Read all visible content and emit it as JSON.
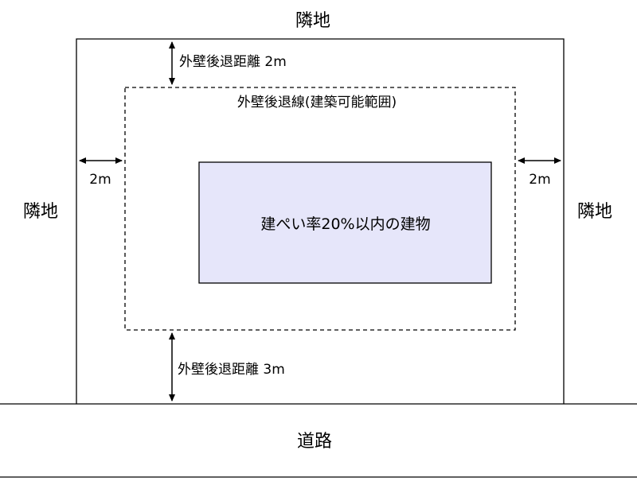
{
  "labels": {
    "neighbor_top": "隣地",
    "neighbor_left": "隣地",
    "neighbor_right": "隣地",
    "road": "道路",
    "setback_top": "外壁後退距離 2m",
    "setback_bottom": "外壁後退距離 3m",
    "setback_left": "2m",
    "setback_right": "2m",
    "setback_line": "外壁後退線(建築可能範囲)",
    "building": "建ぺい率20%以内の建物"
  },
  "colors": {
    "building_fill": "#e6e6fa",
    "building_stroke": "#000000",
    "line": "#000000"
  }
}
